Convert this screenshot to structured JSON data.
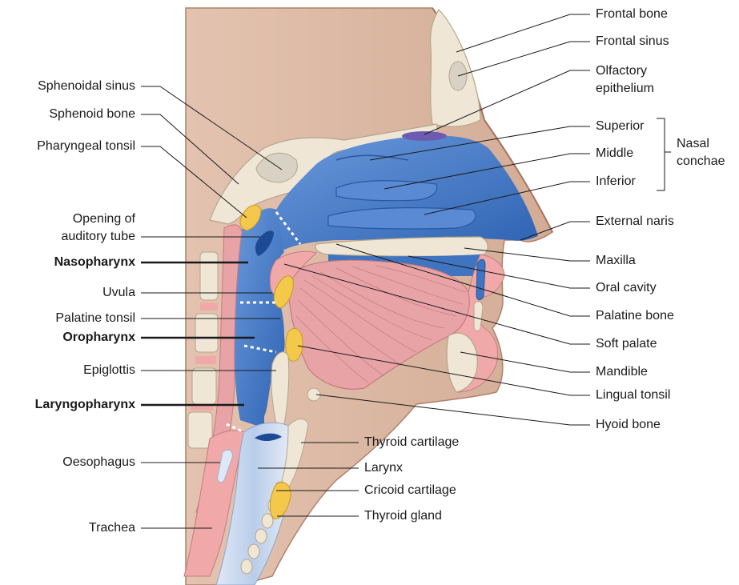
{
  "labels": {
    "frontal_bone": "Frontal bone",
    "frontal_sinus": "Frontal sinus",
    "olfactory_epithelium": [
      "Olfactory",
      "epithelium"
    ],
    "superior": "Superior",
    "middle": "Middle",
    "inferior": "Inferior",
    "nasal_conchae": [
      "Nasal",
      "conchae"
    ],
    "external_naris": "External naris",
    "maxilla": "Maxilla",
    "oral_cavity": "Oral cavity",
    "palatine_bone": "Palatine bone",
    "soft_palate": "Soft palate",
    "mandible": "Mandible",
    "lingual_tonsil": "Lingual tonsil",
    "hyoid_bone": "Hyoid bone",
    "thyroid_cartilage": "Thyroid cartilage",
    "larynx": "Larynx",
    "cricoid_cartilage": "Cricoid cartilage",
    "thyroid_gland": "Thyroid gland",
    "sphenoidal_sinus": "Sphenoidal sinus",
    "sphenoid_bone": "Sphenoid bone",
    "pharyngeal_tonsil": "Pharyngeal tonsil",
    "opening_auditory_tube": [
      "Opening of",
      "auditory tube"
    ],
    "nasopharynx": "Nasopharynx",
    "uvula": "Uvula",
    "palatine_tonsil": "Palatine tonsil",
    "oropharynx": "Oropharynx",
    "epiglottis": "Epiglottis",
    "laryngopharynx": "Laryngopharynx",
    "oesophagus": "Oesophagus",
    "trachea": "Trachea"
  },
  "colors": {
    "skin": "#dcb8a4",
    "skin_edge": "#b0806a",
    "bone": "#efe6d6",
    "airway": "#3f74c0",
    "airway_light": "#5d8fd6",
    "muscle": "#e8a3a6",
    "tonsil": "#f4c84a",
    "mucosa": "#f0a8a8"
  }
}
